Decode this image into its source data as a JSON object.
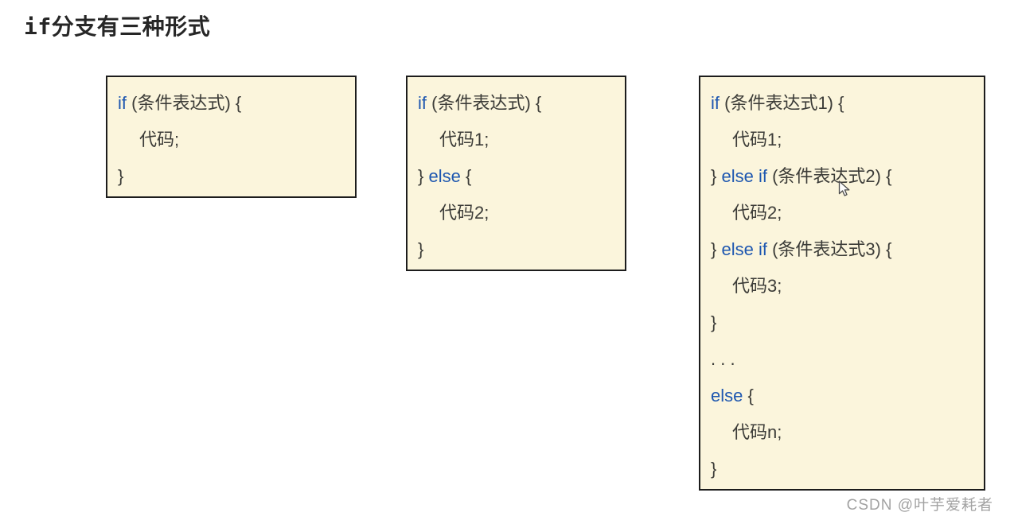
{
  "page": {
    "title": "if分支有三种形式",
    "watermark": "CSDN @叶芋爱耗者"
  },
  "colors": {
    "box_background": "#FBF5DC",
    "box_border": "#1C1C1C",
    "keyword_blue": "#1E57B0",
    "code_text": "#3C3C38",
    "title_text": "#262626",
    "watermark_gray": "#8C8C8C"
  },
  "boxes": [
    {
      "name": "if-form",
      "lines": [
        {
          "indent": 0,
          "segments": [
            {
              "text": "if",
              "keyword": true
            },
            {
              "text": " (条件表达式) {",
              "keyword": false
            }
          ]
        },
        {
          "indent": 1,
          "segments": [
            {
              "text": "代码;",
              "keyword": false
            }
          ]
        },
        {
          "indent": 0,
          "segments": [
            {
              "text": "}",
              "keyword": false
            }
          ]
        }
      ]
    },
    {
      "name": "if-else-form",
      "lines": [
        {
          "indent": 0,
          "segments": [
            {
              "text": "if",
              "keyword": true
            },
            {
              "text": " (条件表达式) {",
              "keyword": false
            }
          ]
        },
        {
          "indent": 1,
          "segments": [
            {
              "text": "代码1;",
              "keyword": false
            }
          ]
        },
        {
          "indent": 0,
          "segments": [
            {
              "text": "} ",
              "keyword": false
            },
            {
              "text": "else",
              "keyword": true
            },
            {
              "text": " {",
              "keyword": false
            }
          ]
        },
        {
          "indent": 1,
          "segments": [
            {
              "text": "代码2;",
              "keyword": false
            }
          ]
        },
        {
          "indent": 0,
          "segments": [
            {
              "text": "}",
              "keyword": false
            }
          ]
        }
      ]
    },
    {
      "name": "if-else-if-form",
      "lines": [
        {
          "indent": 0,
          "segments": [
            {
              "text": "if",
              "keyword": true
            },
            {
              "text": " (条件表达式1) {",
              "keyword": false
            }
          ]
        },
        {
          "indent": 1,
          "segments": [
            {
              "text": "代码1;",
              "keyword": false
            }
          ]
        },
        {
          "indent": 0,
          "segments": [
            {
              "text": "} ",
              "keyword": false
            },
            {
              "text": "else if",
              "keyword": true
            },
            {
              "text": " (条件表达式2) {",
              "keyword": false
            }
          ]
        },
        {
          "indent": 1,
          "segments": [
            {
              "text": "代码2;",
              "keyword": false
            }
          ]
        },
        {
          "indent": 0,
          "segments": [
            {
              "text": "} ",
              "keyword": false
            },
            {
              "text": "else if",
              "keyword": true
            },
            {
              "text": " (条件表达式3) {",
              "keyword": false
            }
          ]
        },
        {
          "indent": 1,
          "segments": [
            {
              "text": "代码3;",
              "keyword": false
            }
          ]
        },
        {
          "indent": 0,
          "segments": [
            {
              "text": "}",
              "keyword": false
            }
          ]
        },
        {
          "indent": 0,
          "segments": [
            {
              "text": ". . .",
              "keyword": false
            }
          ]
        },
        {
          "indent": 0,
          "segments": [
            {
              "text": "else",
              "keyword": true
            },
            {
              "text": " {",
              "keyword": false
            }
          ]
        },
        {
          "indent": 1,
          "segments": [
            {
              "text": "代码n;",
              "keyword": false
            }
          ]
        },
        {
          "indent": 0,
          "segments": [
            {
              "text": "}",
              "keyword": false
            }
          ]
        }
      ]
    }
  ]
}
